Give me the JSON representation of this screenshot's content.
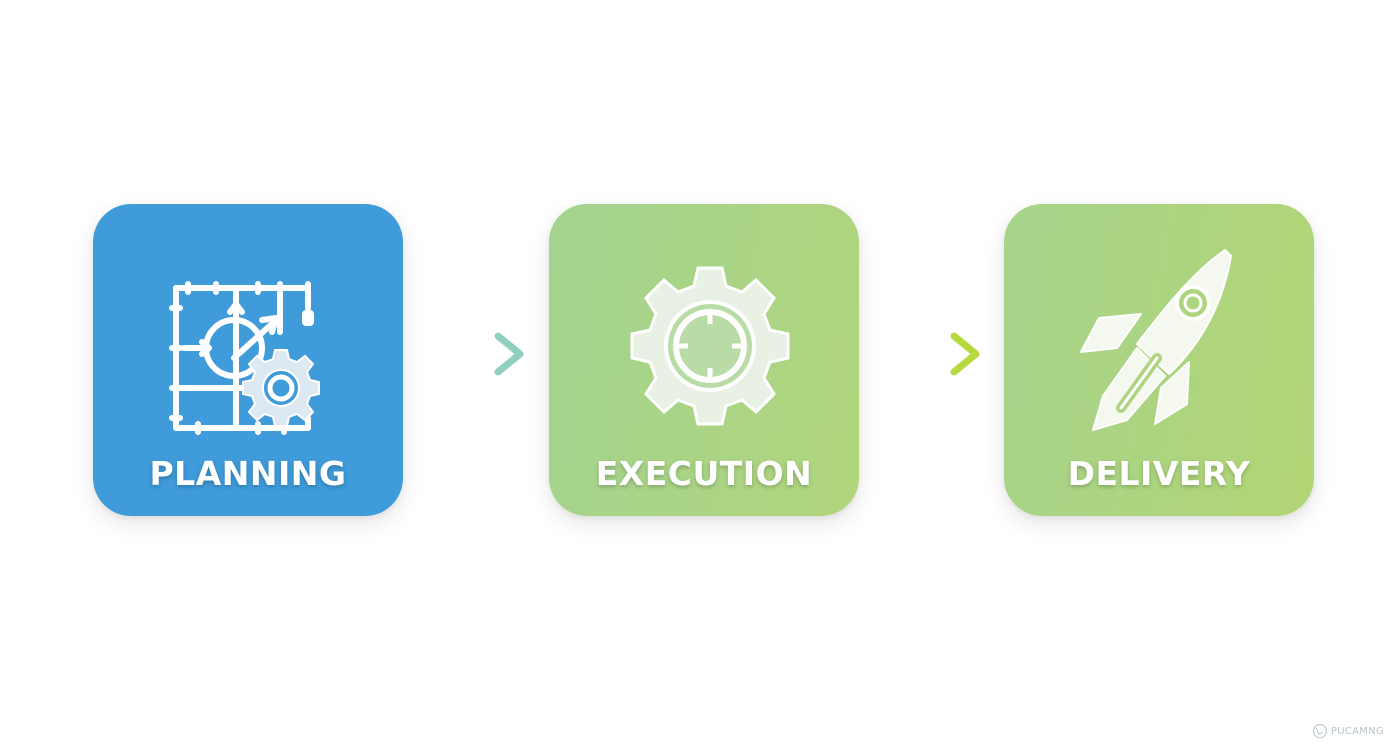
{
  "steps": [
    {
      "label": "PLANNING",
      "icon": "blueprint-gear-icon",
      "color": "#3f9bd9"
    },
    {
      "label": "EXECUTION",
      "icon": "gear-icon",
      "color": "#a9d485"
    },
    {
      "label": "DELIVERY",
      "icon": "rocket-icon",
      "color": "#acd47f"
    }
  ],
  "connectors": [
    {
      "icon": "arrow-right-icon",
      "color_start": "#56aee0",
      "color_end": "#8fcfc0"
    },
    {
      "icon": "arrow-right-icon",
      "color_start": "#a8d47a",
      "color_end": "#b6d93e"
    }
  ],
  "watermark": {
    "text": "PUCAMNG",
    "icon": "watermark-logo-icon"
  }
}
